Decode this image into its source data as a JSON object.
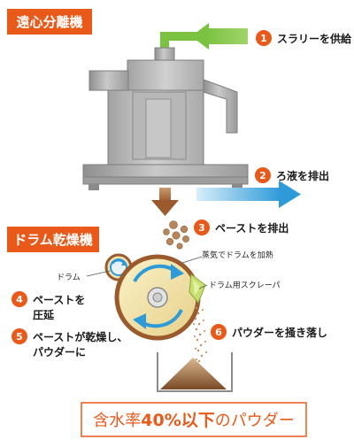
{
  "sections": {
    "centrifuge": "遠心分離機",
    "drum_dryer": "ドラム乾燥機"
  },
  "steps": [
    {
      "num": "1",
      "label": "スラリーを供給"
    },
    {
      "num": "2",
      "label": "ろ液を排出"
    },
    {
      "num": "3",
      "label": "ペーストを排出"
    },
    {
      "num": "4",
      "label_line1": "ペーストを",
      "label_line2": "圧延"
    },
    {
      "num": "5",
      "label_line1": "ペーストが乾燥し、",
      "label_line2": "パウダーに"
    },
    {
      "num": "6",
      "label": "パウダーを掻き落し"
    }
  ],
  "callouts": {
    "drum": "ドラム",
    "steam_heating": "蒸気でドラムを加熱",
    "scraper": "ドラム用スクレーパ"
  },
  "result": {
    "prefix": "含水率",
    "bold": "40%以下",
    "suffix": "のパウダー"
  },
  "colors": {
    "orange": "#E8591A",
    "green": "#7CC242",
    "blue": "#2E9BD8",
    "brown": "#9A5A2C",
    "tan": "#D9BF8A"
  }
}
